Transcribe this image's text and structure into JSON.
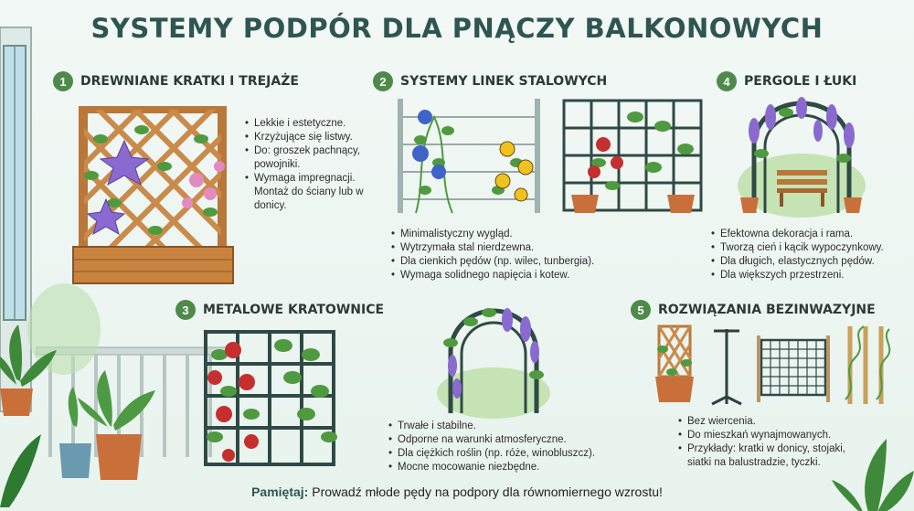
{
  "title": "SYSTEMY PODPÓR DLA PNĄCZY BALKONOWYCH",
  "sections": [
    {
      "num": "1",
      "title": "DREWNIANE KRATKI I TREJAŻE",
      "bullets": [
        "Lekkie i estetyczne.",
        "Krzyżujące się listwy.",
        "Do: groszek pachnący, powojniki.",
        "Wymaga impregnacji. Montaż do ściany lub w donicy."
      ]
    },
    {
      "num": "2",
      "title": "SYSTEMY LINEK STALOWYCH",
      "bullets": [
        "Minimalistyczny wygląd.",
        "Wytrzymała stal nierdzewna.",
        "Dla cienkich pędów (np. wilec, tunbergia).",
        "Wymaga solidnego napięcia i kotew."
      ]
    },
    {
      "num": "4",
      "title": "PERGOLE I ŁUKI",
      "bullets": [
        "Efektowna dekoracja i rama.",
        "Tworzą cień i kącik wypoczynkowy.",
        "Dla długich, elastycznych pędów.",
        "Dla większych przestrzeni."
      ]
    },
    {
      "num": "3",
      "title": "METALOWE KRATOWNICE",
      "bullets": [
        "Trwałe i stabilne.",
        "Odporne na warunki atmosferyczne.",
        "Dla ciężkich roślin (np. róże, winobluszcz).",
        "Mocne mocowanie niezbędne."
      ]
    },
    {
      "num": "5",
      "title": "ROZWIĄZANIA BEZINWAZYJNE",
      "bullets": [
        "Bez wiercenia.",
        "Do mieszkań wynajmowanych.",
        "Przykłady: kratki w donicy, stojaki, siatki na balustradzie, tyczki."
      ]
    }
  ],
  "footer": {
    "label": "Pamiętaj:",
    "text": "Prowadź młode pędy na podpory dla równomiernego wzrostu!"
  },
  "colors": {
    "title": "#2f5550",
    "badge": "#4e8a4a",
    "wood": "#b9773a",
    "metal": "#2f4a44",
    "leaf": "#4f9a3f",
    "purple": "#8a6ad0",
    "rose": "#c62f2f"
  }
}
